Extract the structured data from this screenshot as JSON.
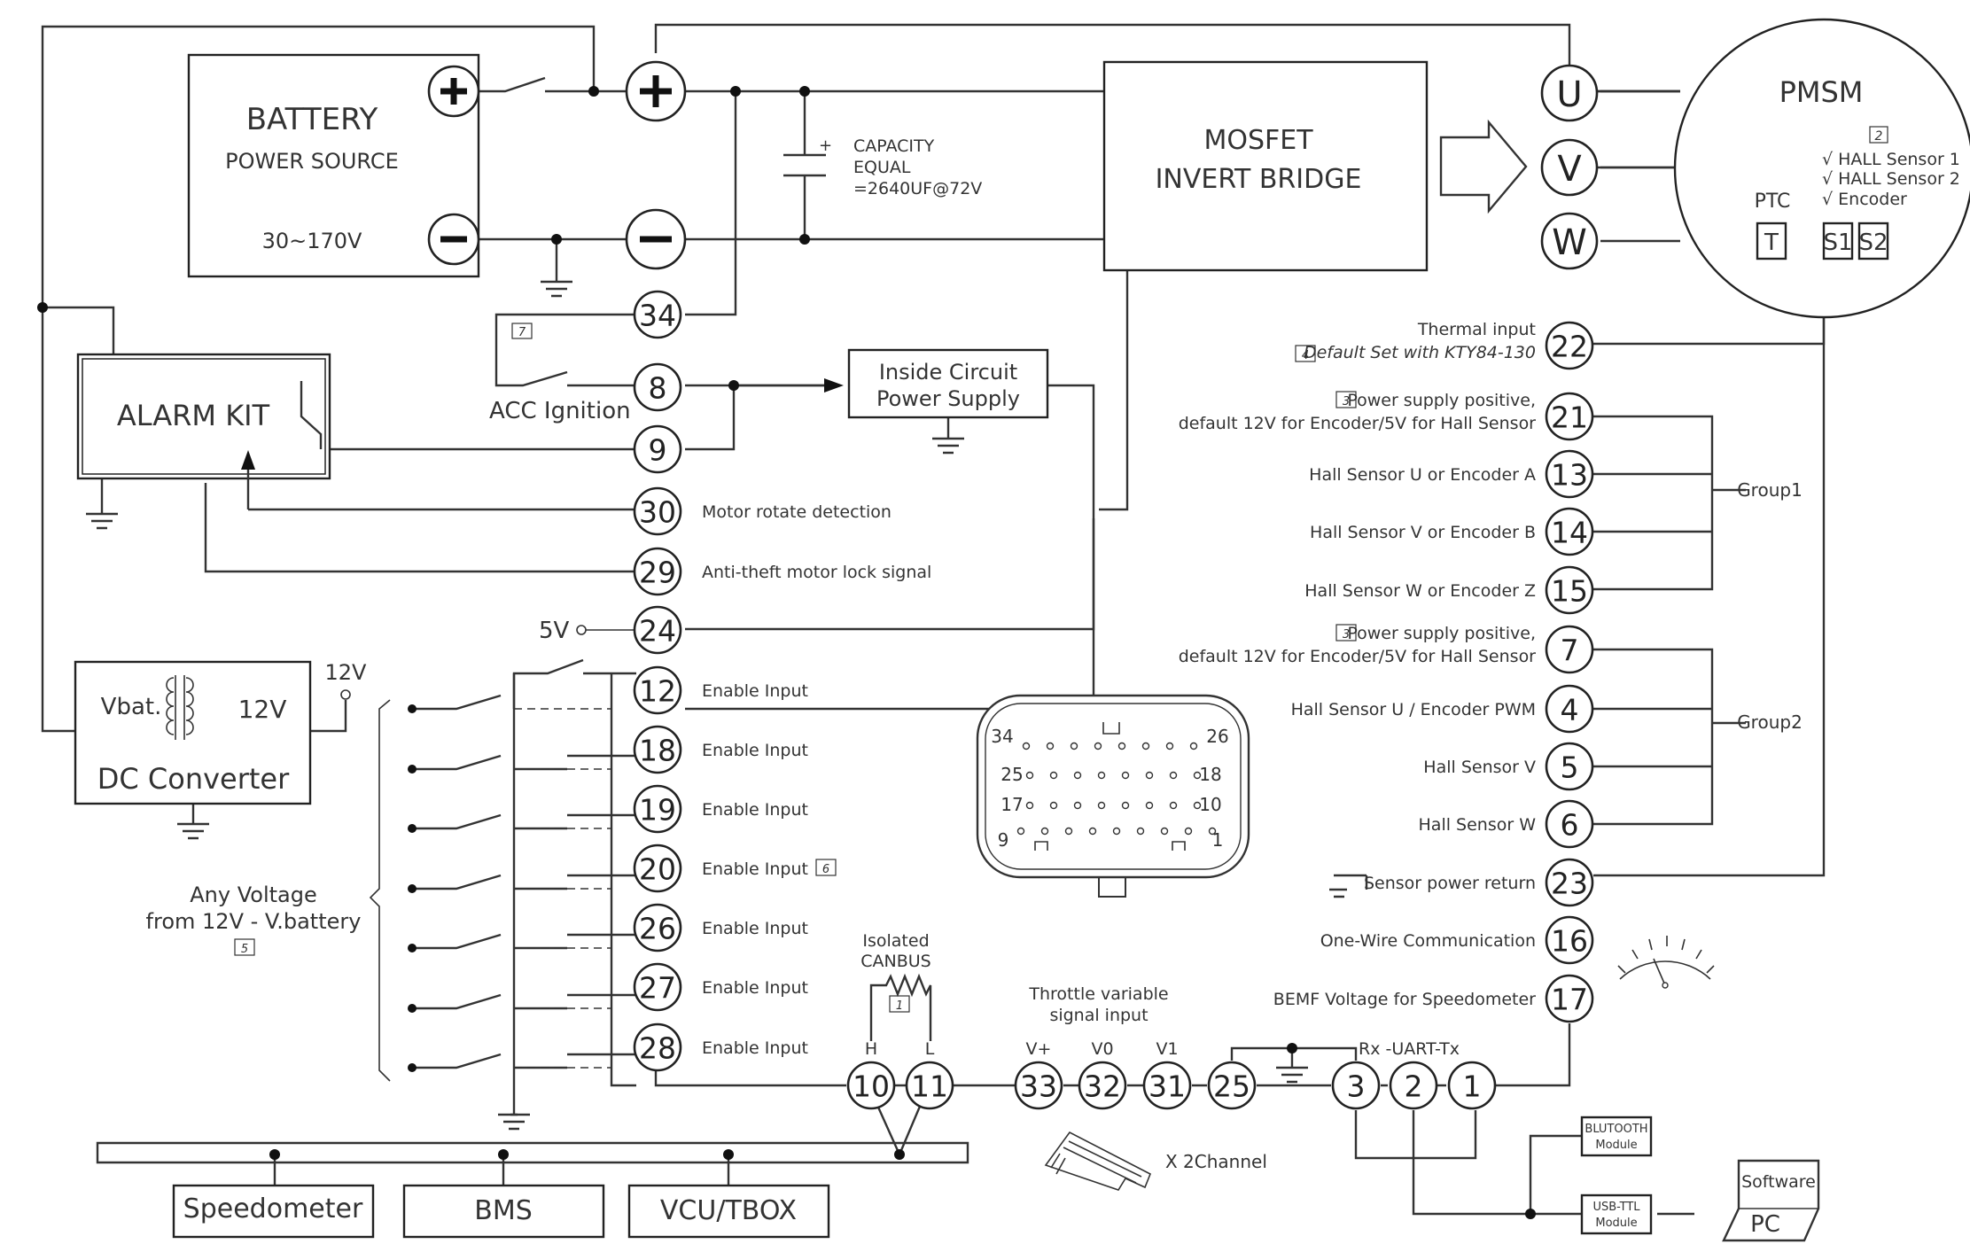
{
  "battery": {
    "title": "BATTERY",
    "subtitle": "POWER SOURCE",
    "range": "30~170V"
  },
  "capacitor": {
    "line1": "CAPACITY",
    "line2": "EQUAL",
    "line3": "=2640UF@72V",
    "polarity": "+"
  },
  "mosfet": {
    "line1": "MOSFET",
    "line2": "INVERT BRIDGE"
  },
  "pmsm": {
    "title": "PMSM",
    "note_tag": "2",
    "options": [
      "√ HALL Sensor 1",
      "√ HALL Sensor 2",
      "√ Encoder"
    ],
    "ptc_label": "PTC",
    "sensor_boxes": [
      "T",
      "S1",
      "S2"
    ]
  },
  "phases": [
    "U",
    "V",
    "W"
  ],
  "alarm_kit": {
    "label": "ALARM KIT"
  },
  "acc": {
    "label": "ACC Ignition",
    "note_tag": "7"
  },
  "inside_supply": {
    "line1": "Inside Circuit",
    "line2": "Power Supply"
  },
  "dc_converter": {
    "label": "DC Converter",
    "vbat": "Vbat.",
    "out": "12V",
    "out_label": "12V"
  },
  "five_v": "5V",
  "left_pins": [
    {
      "num": "34",
      "label": ""
    },
    {
      "num": "8",
      "label": ""
    },
    {
      "num": "9",
      "label": ""
    },
    {
      "num": "30",
      "label": "Motor rotate detection"
    },
    {
      "num": "29",
      "label": "Anti-theft motor lock signal"
    },
    {
      "num": "24",
      "label": ""
    },
    {
      "num": "12",
      "label": "Enable Input"
    },
    {
      "num": "18",
      "label": "Enable Input"
    },
    {
      "num": "19",
      "label": "Enable Input"
    },
    {
      "num": "20",
      "label": "Enable Input"
    },
    {
      "num": "26",
      "label": "Enable Input"
    },
    {
      "num": "27",
      "label": "Enable Input"
    },
    {
      "num": "28",
      "label": "Enable Input"
    }
  ],
  "enable_note_tag": "6",
  "any_voltage": {
    "line1": "Any Voltage",
    "line2": "from 12V - V.battery",
    "note_tag": "5"
  },
  "right_pins": [
    {
      "num": "22",
      "label": "Thermal input",
      "label2": "Default Set with KTY84-130",
      "tag": "4"
    },
    {
      "num": "21",
      "label": "Power supply positive,",
      "label2": "default 12V for Encoder/5V for Hall Sensor",
      "tag": "3"
    },
    {
      "num": "13",
      "label": "Hall Sensor U or Encoder A",
      "label2": "",
      "tag": ""
    },
    {
      "num": "14",
      "label": "Hall Sensor V or Encoder B",
      "label2": "",
      "tag": ""
    },
    {
      "num": "15",
      "label": "Hall Sensor W or Encoder Z",
      "label2": "",
      "tag": ""
    },
    {
      "num": "7",
      "label": "Power supply positive,",
      "label2": "default 12V for Encoder/5V for Hall Sensor",
      "tag": "3"
    },
    {
      "num": "4",
      "label": "Hall Sensor U / Encoder PWM",
      "label2": "",
      "tag": ""
    },
    {
      "num": "5",
      "label": "Hall Sensor V",
      "label2": "",
      "tag": ""
    },
    {
      "num": "6",
      "label": "Hall Sensor W",
      "label2": "",
      "tag": ""
    },
    {
      "num": "23",
      "label": "Sensor power return",
      "label2": "",
      "tag": ""
    },
    {
      "num": "16",
      "label": "One-Wire Communication",
      "label2": "",
      "tag": ""
    },
    {
      "num": "17",
      "label": "BEMF Voltage for Speedometer",
      "label2": "",
      "tag": ""
    }
  ],
  "groups": [
    "Group1",
    "Group2"
  ],
  "connector_pins": {
    "top_left": "34",
    "top_right": "26",
    "row2_left": "25",
    "row2_right": "18",
    "row3_left": "17",
    "row3_right": "10",
    "row4_left": "9",
    "row4_right": "1"
  },
  "bottom_pins": [
    "10",
    "11",
    "33",
    "32",
    "31",
    "25",
    "3",
    "2",
    "1"
  ],
  "can": {
    "line1": "Isolated",
    "line2": "CANBUS",
    "note_tag": "1",
    "h": "H",
    "l": "L"
  },
  "throttle": {
    "line1": "Throttle variable",
    "line2": "signal input",
    "vplus": "V+",
    "v0": "V0",
    "v1": "V1"
  },
  "uart": "Rx -UART-Tx",
  "x2channel": "X 2Channel",
  "devices": [
    "Speedometer",
    "BMS",
    "VCU/TBOX"
  ],
  "modules": {
    "bluetooth": [
      "BLUTOOTH",
      "Module"
    ],
    "usb": [
      "USB-TTL",
      "Module"
    ]
  },
  "pc": {
    "software": "Software",
    "pc": "PC"
  }
}
